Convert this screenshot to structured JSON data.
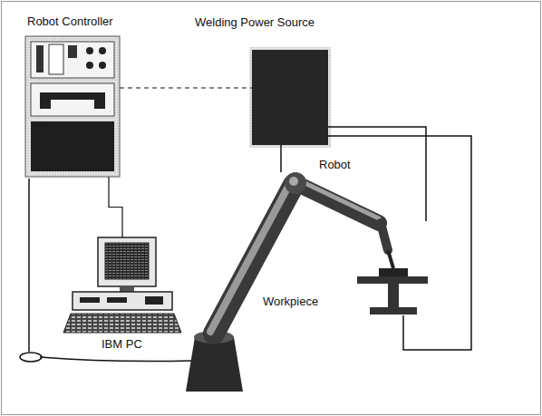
{
  "diagram": {
    "nodes": [
      {
        "text": [
          "Robot Controller"
        ]
      },
      {
        "text": [
          "Welding Power Source"
        ]
      },
      {
        "text": [
          "IBM PC"
        ]
      }
    ],
    "edges": [
      {
        "from": 0,
        "to": 1,
        "arrow": "none"
      },
      {
        "from": 0,
        "to": 2,
        "arrow": "none"
      }
    ],
    "labels": [
      "Robot",
      "Workpiece"
    ]
  }
}
